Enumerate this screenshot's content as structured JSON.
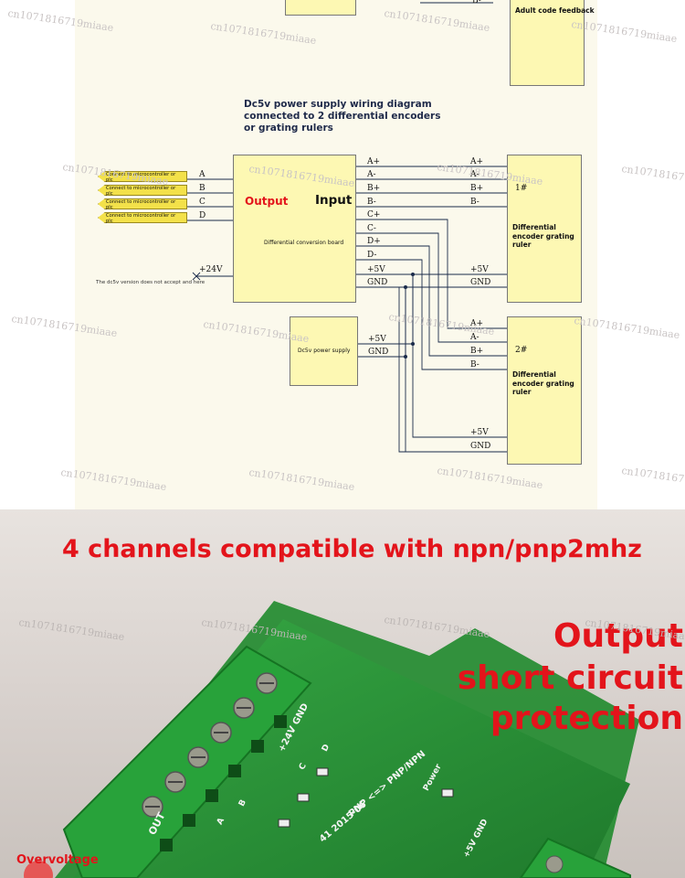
{
  "top_box": {
    "feedback_label": "Adult code feedback",
    "pin_label": "B-"
  },
  "diagram": {
    "title": "Dc5v power supply wiring diagram connected to 2 differential encoders or grating rulers",
    "conn_labels": [
      "Connect to microcontroller or plc",
      "Connect to microcontroller or plc",
      "Connect to microcontroller or plc",
      "Connect to microcontroller or plc"
    ],
    "out_pins": [
      "A",
      "B",
      "C",
      "D"
    ],
    "power_in": "+24V",
    "dc5v_note": "The dc5v version does not accept and here",
    "board_output": "Output",
    "board_input": "Input",
    "board_name": "Differential conversion board",
    "board_pins": [
      "A+",
      "A-",
      "B+",
      "B-",
      "C+",
      "C-",
      "D+",
      "D-",
      "+5V",
      "GND"
    ],
    "enc1_pins": [
      "A+",
      "A-",
      "B+",
      "B-"
    ],
    "enc1_power": [
      "+5V",
      "GND"
    ],
    "enc1_num": "1#",
    "enc1_label": "Differential encoder grating ruler",
    "psu_label": "Dc5v power supply",
    "psu_pins": [
      "+5V",
      "GND"
    ],
    "enc2_pins": [
      "A+",
      "A-",
      "B+",
      "B-"
    ],
    "enc2_power": [
      "+5V",
      "GND"
    ],
    "enc2_num": "2#",
    "enc2_label": "Differential encoder grating ruler",
    "watermark": "cn1071816719miaae"
  },
  "photo": {
    "headline": "4 channels compatible with npn/pnp2mhz",
    "side_caption": [
      "Output",
      "short circuit",
      "protection"
    ],
    "bottom_caption": "Overvoltage",
    "pcb_texts": [
      "+24V GND",
      "A",
      "B",
      "C",
      "D",
      "OUT",
      "Power",
      "PNP <=> PNP/NPN",
      "41 2015-06",
      "+5V GND"
    ],
    "accent_color": "#e3141b",
    "pcb_color": "#2f9c3a"
  }
}
